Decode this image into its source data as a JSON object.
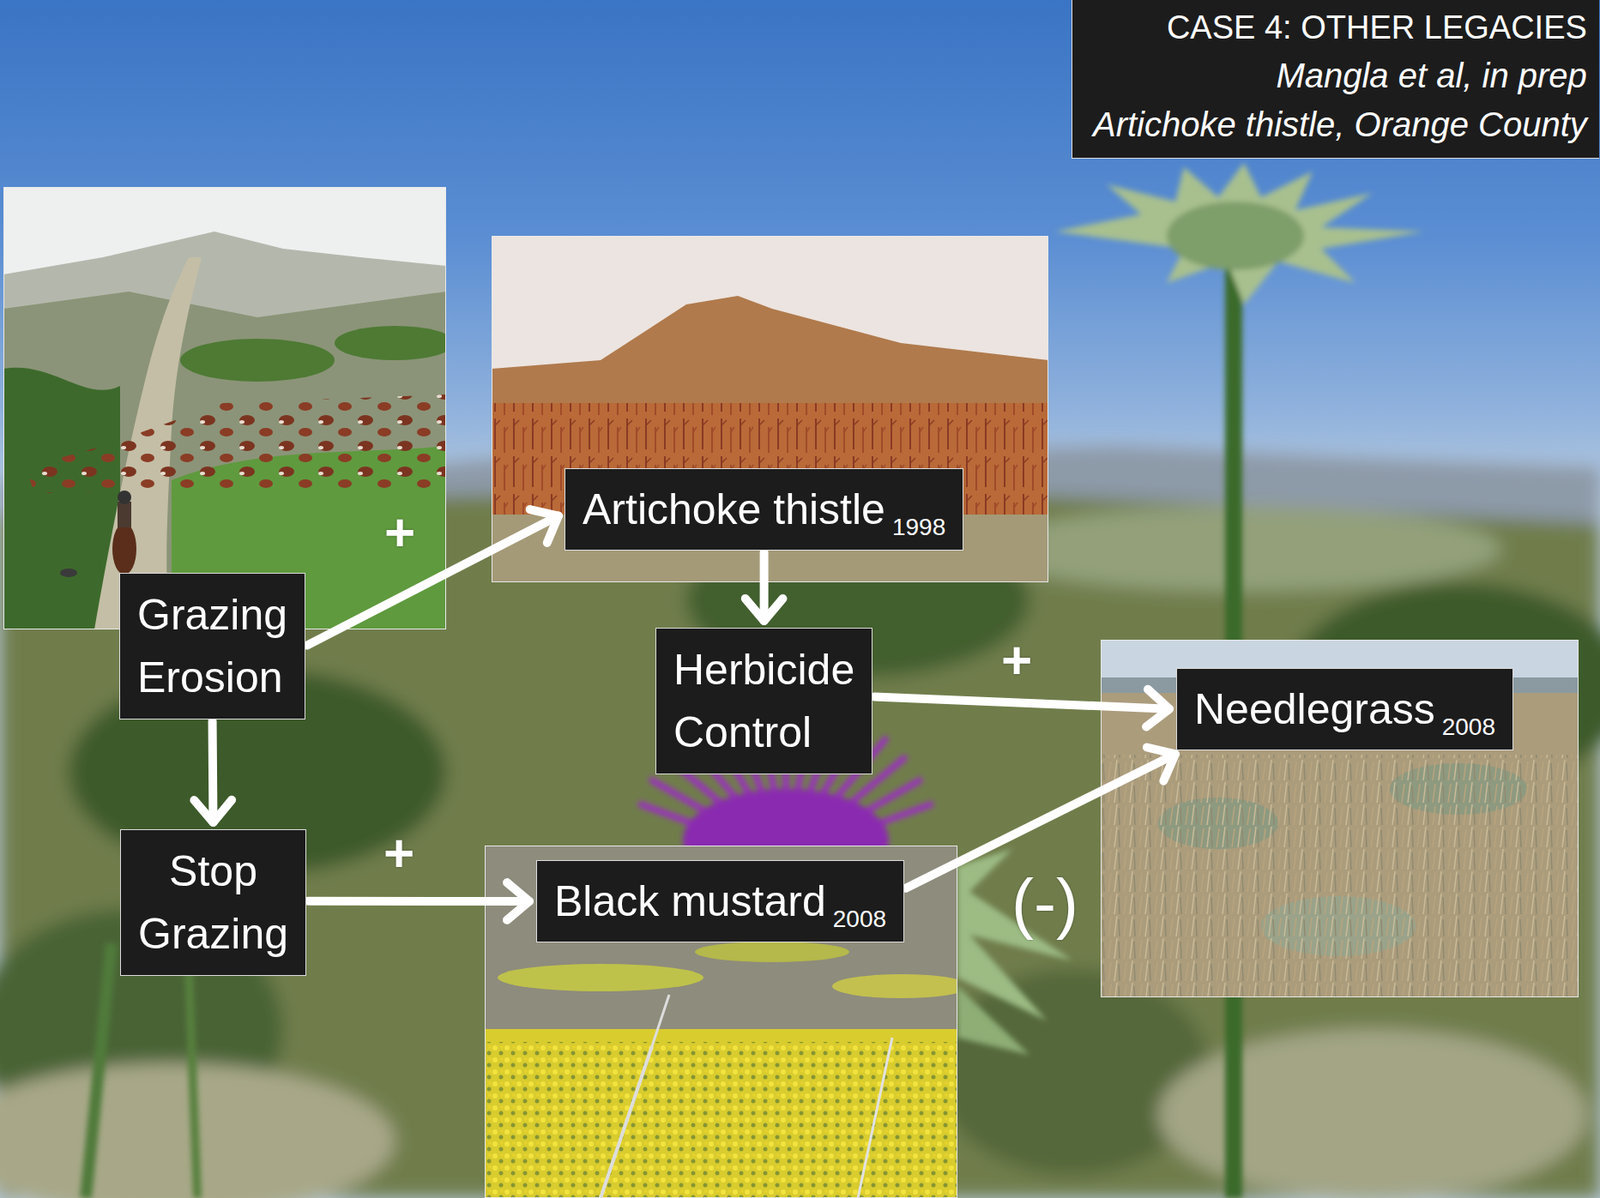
{
  "diagram": {
    "nodes": [
      {
        "text": [
          "CASE 4: OTHER LEGACIES",
          "Mangla et al, in prep",
          "Artichoke thistle, Orange County"
        ]
      },
      {
        "text": [
          "Grazing Erosion"
        ]
      },
      {
        "text": [
          "Artichoke thistle",
          "1998"
        ]
      },
      {
        "text": [
          "Herbicide Control"
        ]
      },
      {
        "text": [
          "Stop Grazing"
        ]
      },
      {
        "text": [
          "Black mustard",
          "2008"
        ]
      },
      {
        "text": [
          "Needlegrass",
          "2008"
        ]
      }
    ],
    "edges": [
      {
        "from": 1,
        "to": 2,
        "arrow": "to",
        "label": "+"
      },
      {
        "from": 1,
        "to": 4,
        "arrow": "to"
      },
      {
        "from": 2,
        "to": 3,
        "arrow": "to"
      },
      {
        "from": 3,
        "to": 6,
        "arrow": "to",
        "label": "+"
      },
      {
        "from": 4,
        "to": 5,
        "arrow": "to",
        "label": "+"
      },
      {
        "from": 5,
        "to": 6,
        "arrow": "to",
        "label": "(-)"
      }
    ]
  }
}
